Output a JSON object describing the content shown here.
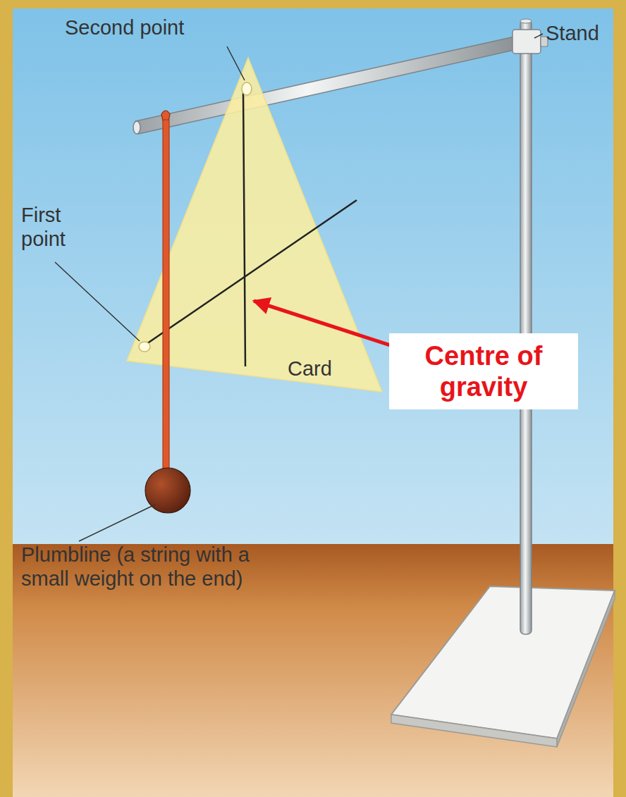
{
  "diagram": {
    "nodes": [
      {
        "text": [
          "Centre of gravity"
        ]
      }
    ],
    "labels": [
      "Second point",
      "Stand",
      "First point",
      "Card",
      "Plumbline (a string with a small weight on the end)"
    ]
  }
}
